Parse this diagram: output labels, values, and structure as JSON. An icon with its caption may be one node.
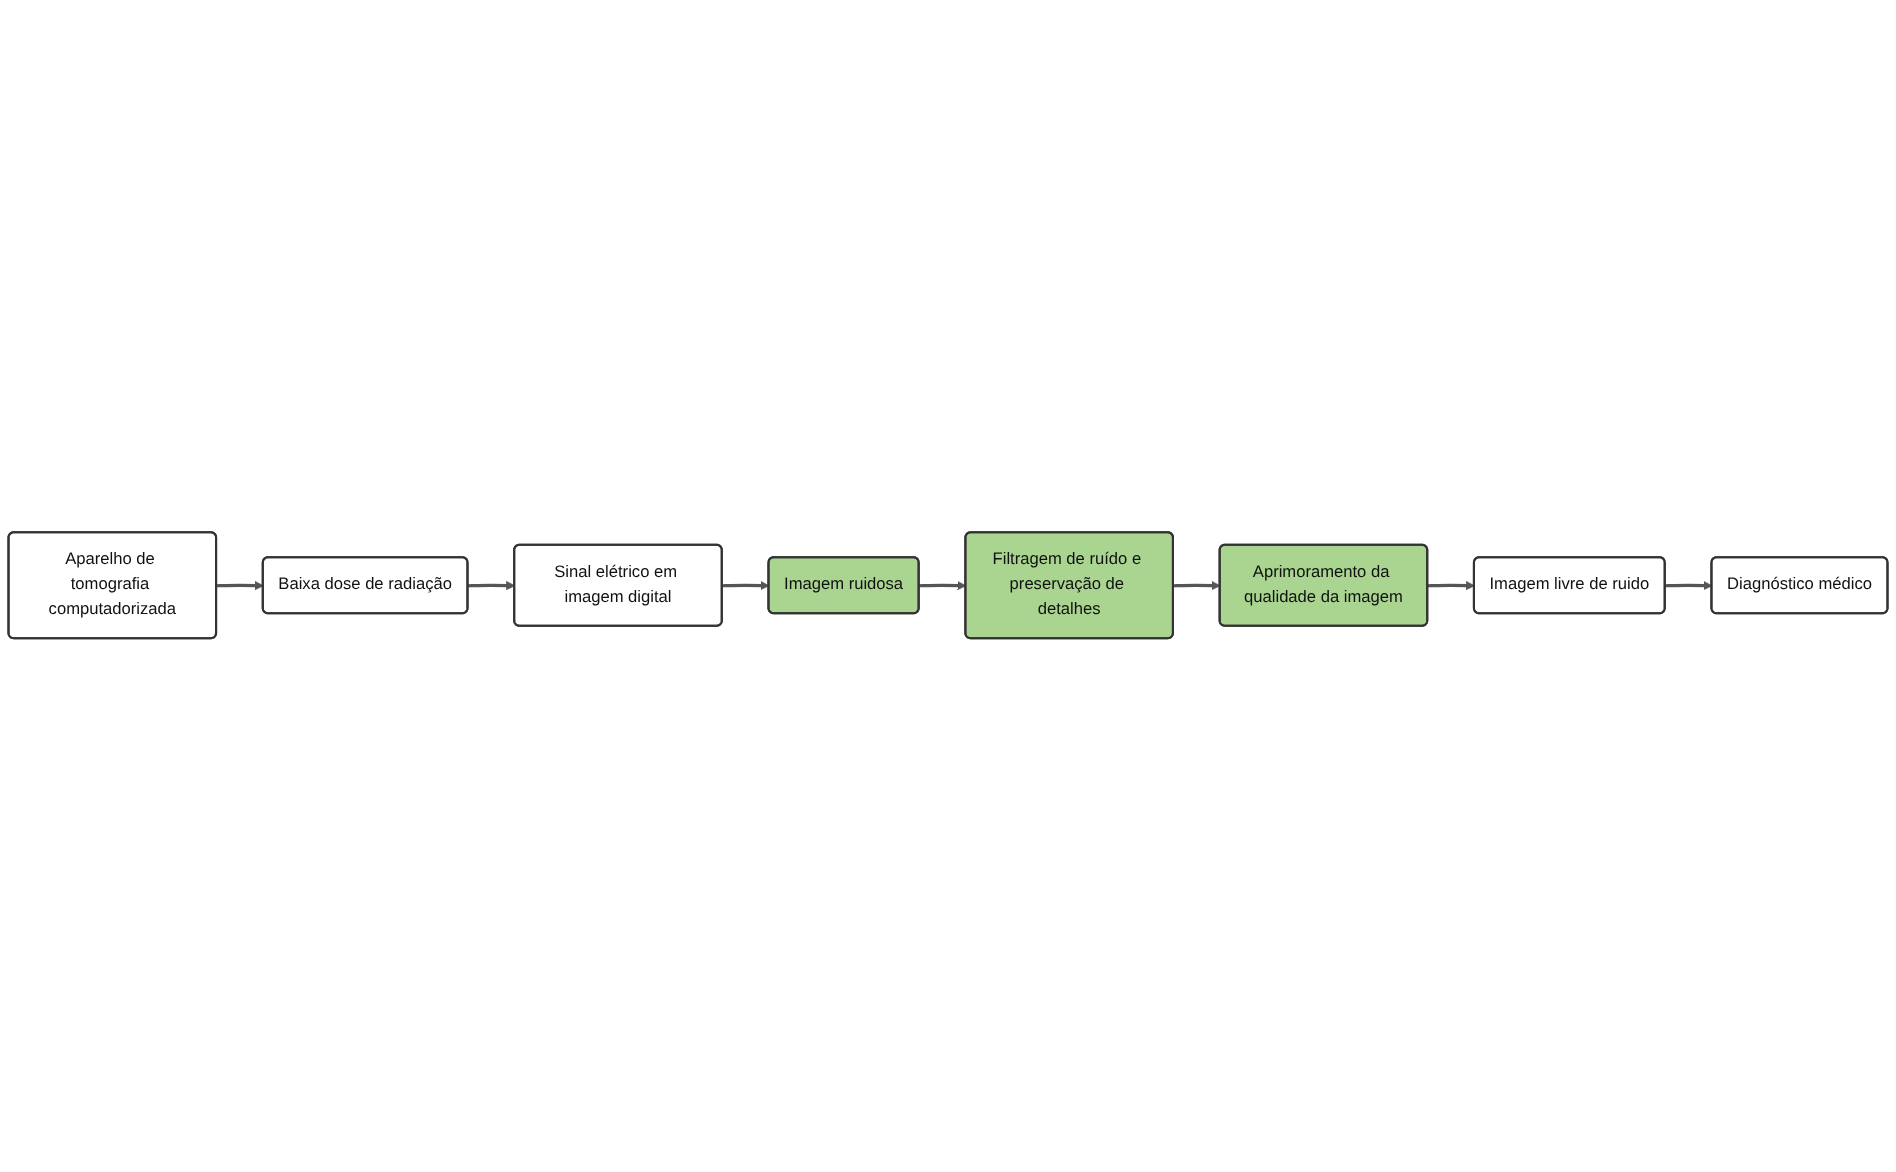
{
  "diagram": {
    "nodes": [
      {
        "text": [
          "Aparelho de tomografia computadorizada"
        ]
      },
      {
        "text": [
          "Baixa dose de radiação"
        ]
      },
      {
        "text": [
          "Sinal elétrico em imagem digital"
        ]
      },
      {
        "text": [
          "Imagem ruidosa"
        ]
      },
      {
        "text": [
          "Filtragem de ruído e preservação de detalhes"
        ]
      },
      {
        "text": [
          "Aprimoramento da qualidade da imagem"
        ]
      },
      {
        "text": [
          "Imagem livre de ruido"
        ]
      },
      {
        "text": [
          "Diagnóstico médico"
        ]
      }
    ],
    "edges": [
      {
        "from": 0,
        "to": 1,
        "arrow": "to"
      },
      {
        "from": 1,
        "to": 2,
        "arrow": "to"
      },
      {
        "from": 2,
        "to": 3,
        "arrow": "to"
      },
      {
        "from": 3,
        "to": 4,
        "arrow": "to"
      },
      {
        "from": 4,
        "to": 5,
        "arrow": "to"
      },
      {
        "from": 5,
        "to": 6,
        "arrow": "to"
      },
      {
        "from": 6,
        "to": 7,
        "arrow": "to"
      }
    ]
  }
}
